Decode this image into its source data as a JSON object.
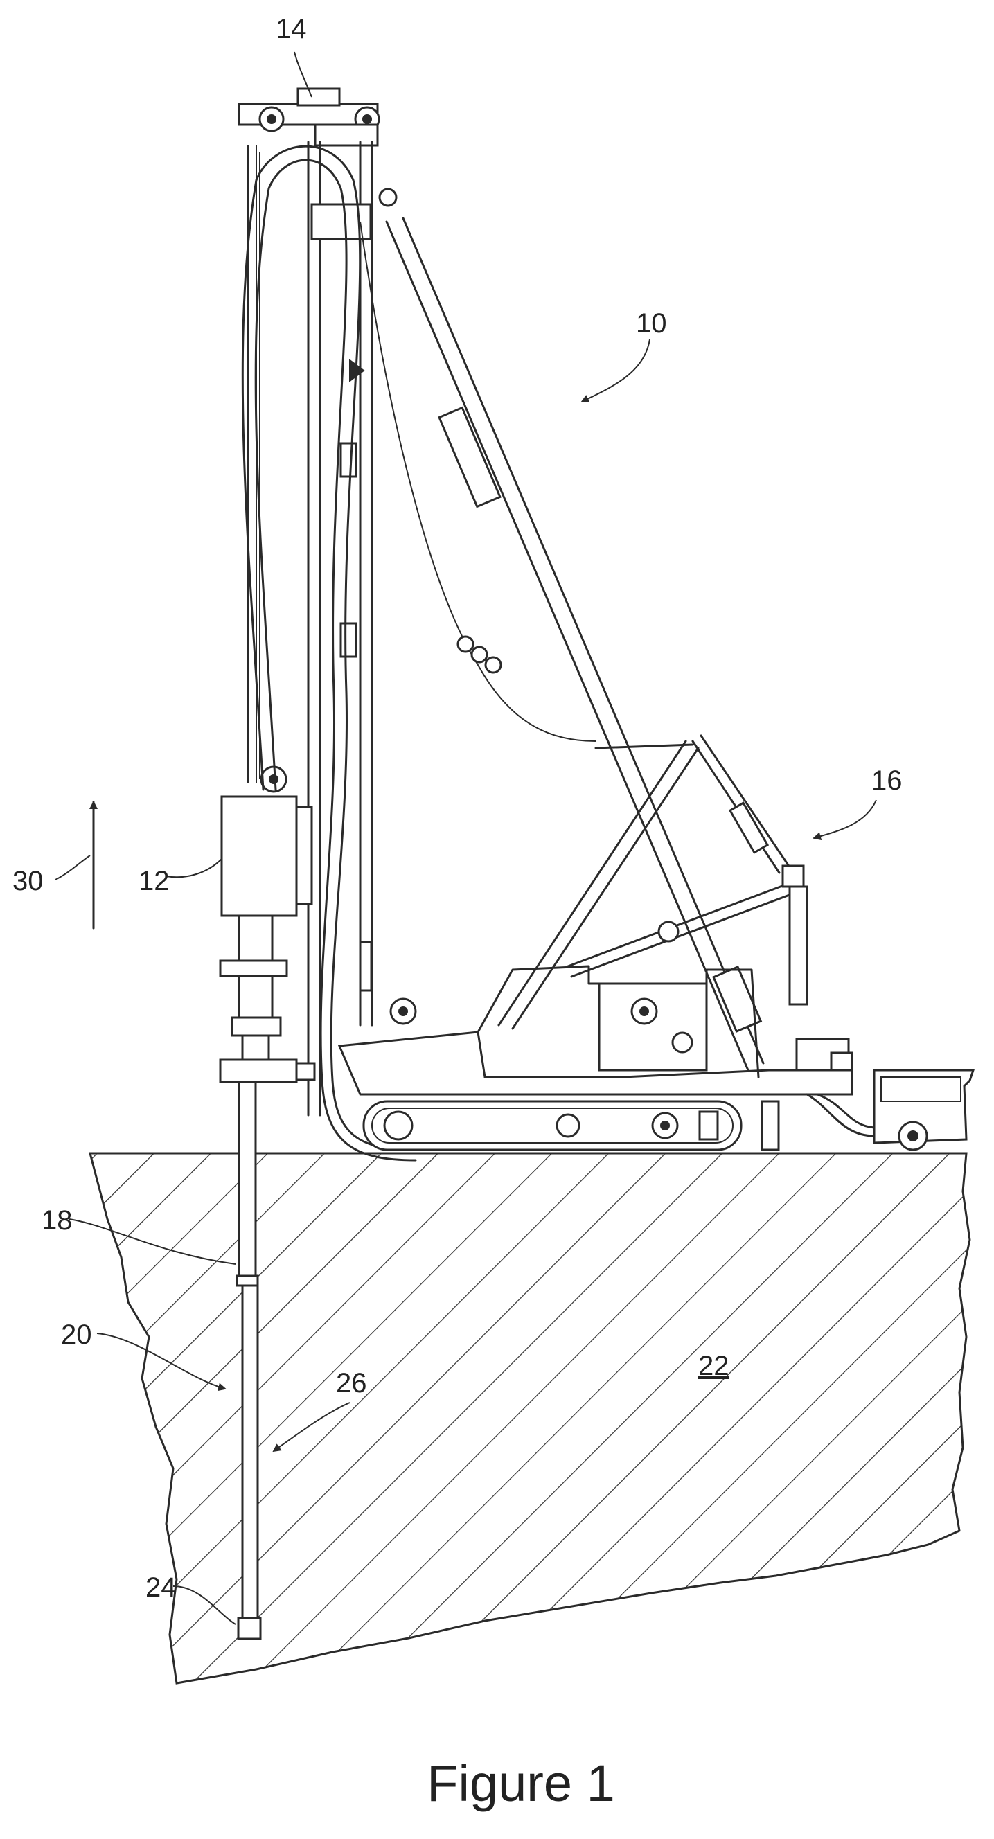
{
  "figure": {
    "caption": "Figure 1",
    "labels": {
      "rig": "10",
      "head": "12",
      "crown": "14",
      "carrier": "16",
      "pipe_upper": "18",
      "pipe_lower": "20",
      "ground": "22",
      "tip": "24",
      "bore": "26",
      "direction": "30"
    }
  }
}
